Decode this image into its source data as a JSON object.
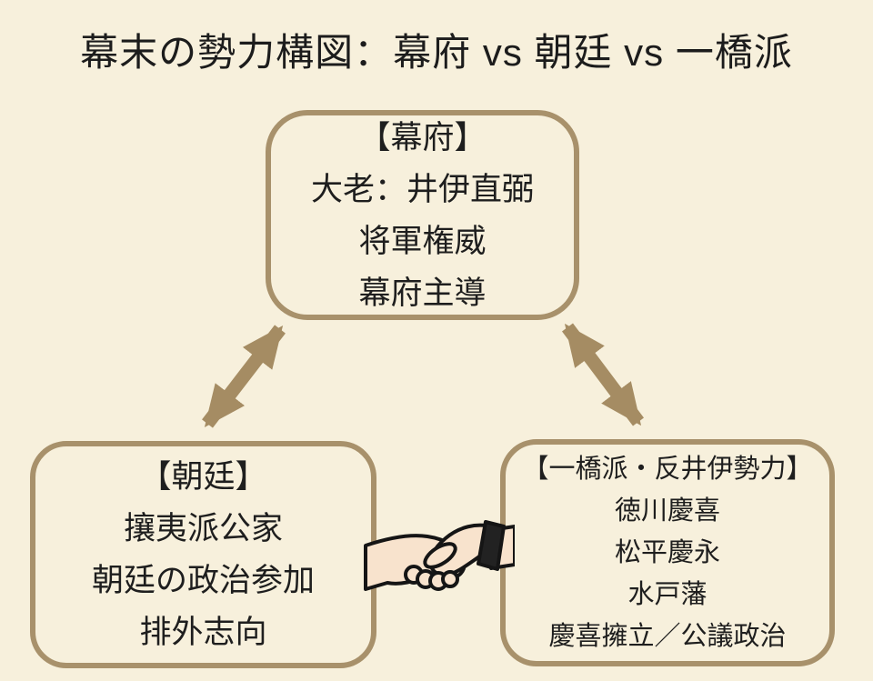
{
  "page": {
    "background_color": "#f7f0dc",
    "border_color": "#a8916b",
    "arrow_color": "#a58c63",
    "text_color": "#1c1c1c",
    "hand_fill_color": "#f8e3cd",
    "cuff_color": "#222222"
  },
  "title": "幕末の勢力構図：幕府 vs 朝廷 vs 一橋派",
  "nodes": {
    "bakufu": {
      "title": "【幕府】",
      "lines": [
        "大老：井伊直弼",
        "将軍権威",
        "幕府主導"
      ]
    },
    "chotei": {
      "title": "【朝廷】",
      "lines": [
        "攘夷派公家",
        "朝廷の政治参加",
        "排外志向"
      ]
    },
    "hitotsubashi": {
      "title": "【一橋派・反井伊勢力】",
      "lines": [
        "徳川慶喜",
        "松平慶永",
        "水戸藩",
        "慶喜擁立／公議政治"
      ]
    }
  },
  "connectors": [
    {
      "from": "bakufu",
      "to": "chotei",
      "type": "double-headed-arrow"
    },
    {
      "from": "bakufu",
      "to": "hitotsubashi",
      "type": "double-headed-arrow"
    },
    {
      "from": "chotei",
      "to": "hitotsubashi",
      "type": "handshake"
    }
  ],
  "icons": {
    "handshake": "clasped-hands"
  }
}
